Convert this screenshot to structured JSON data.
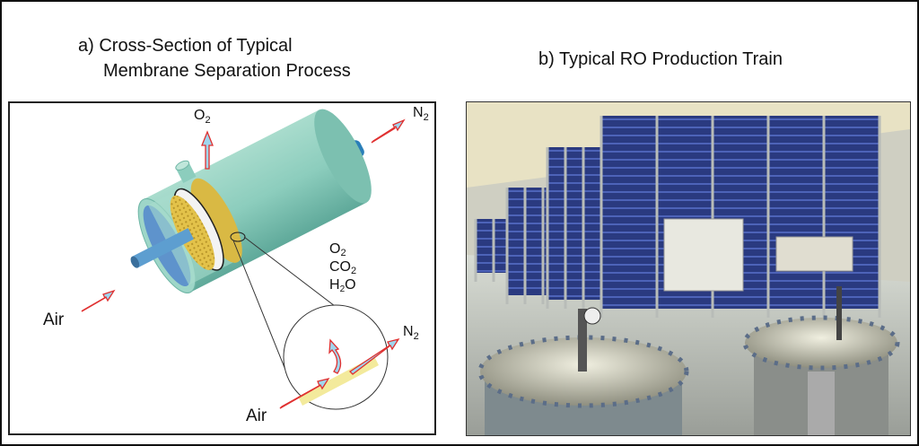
{
  "panel_a": {
    "title_line1": "a) Cross-Section of Typical",
    "title_line2": "Membrane Separation Process",
    "labels": {
      "o2_top": "O",
      "n2_top": "N",
      "permeate_o2": "O",
      "permeate_co2": "CO",
      "permeate_h2o_h": "H",
      "permeate_h2o_o": "O",
      "sub2": "2",
      "air_left": "Air",
      "air_bottom": "Air",
      "n2_zoom": "N"
    }
  },
  "panel_b": {
    "title": "b) Typical RO Production Train"
  },
  "colors": {
    "shell": "#8fd0c0",
    "membrane": "#e6c84a",
    "arrow_fill": "#9fd6ee",
    "arrow_stroke": "#e03030",
    "tubes": "#1d2f78"
  }
}
